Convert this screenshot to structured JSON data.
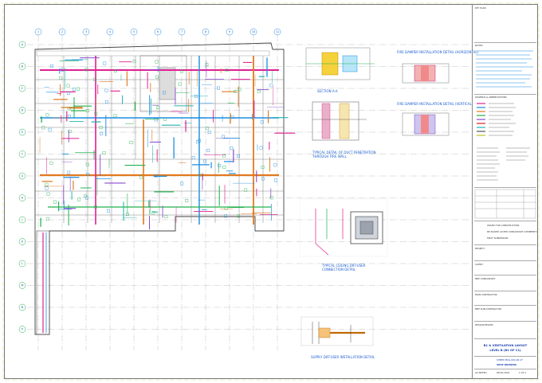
{
  "title_block": {
    "key_plan_label": "KEY PLAN",
    "notes_label": "NOTES",
    "legend_label": "LEGENDS & ABBREVIATIONS",
    "drawing_title_line1": "B1 & VENTILATION LAYOUT",
    "drawing_title_line2": "LEVEL B (B1 OF C1)",
    "drawing_stage": "SHOP DRAWING",
    "drawing_number": "SHMEP-MCG-000-1B-1F",
    "project_label": "PROJECT",
    "client_label": "CLIENT",
    "consultant_label": "MEP CONSULTANT",
    "engineer_label": "MAIN CONTRACTOR",
    "mep_contractor_label": "MEP SUB-CONTRACTOR",
    "design_label": "DESIGN REVIEW",
    "rev_label": "REV",
    "date_value": "08-05-2022",
    "scale_label": "AS NOTED",
    "sheet_label": "1 OF 1",
    "revisions": [
      "ISSUED FOR CONSTRUCTION",
      "RE-ISSUED AS PER CONSULTANT COMMENTS",
      "FIRST SUBMISSION"
    ]
  },
  "details": {
    "detail_a": "FIRE DAMPER INSTALLATION DETAIL (HORIZONTAL)",
    "detail_b": "FIRE DAMPER INSTALLATION DETAIL (VERTICAL)",
    "detail_c": "SECTION A-A",
    "detail_d": "TYPICAL DETAIL OF DUCT PENETRATION THROUGH FIRE WALL",
    "detail_e": "TYPICAL CEILING DIFFUSER CONNECTION DETAIL",
    "detail_f": "SUPPLY DIFFUSER INSTALLATION DETAIL"
  },
  "grid": {
    "columns": [
      "1",
      "2",
      "3",
      "4",
      "5",
      "6",
      "7",
      "8",
      "9",
      "10",
      "11"
    ],
    "rows": [
      "A",
      "B",
      "C",
      "D",
      "E",
      "F",
      "G",
      "H",
      "J",
      "K",
      "L",
      "M",
      "N",
      "P"
    ]
  },
  "colors": {
    "duct_supply": "#e02090",
    "duct_return": "#1a8de0",
    "duct_exhaust": "#e07a20",
    "duct_fresh": "#22b24c",
    "wall": "#444444",
    "border_dash": "#e6e68a"
  }
}
